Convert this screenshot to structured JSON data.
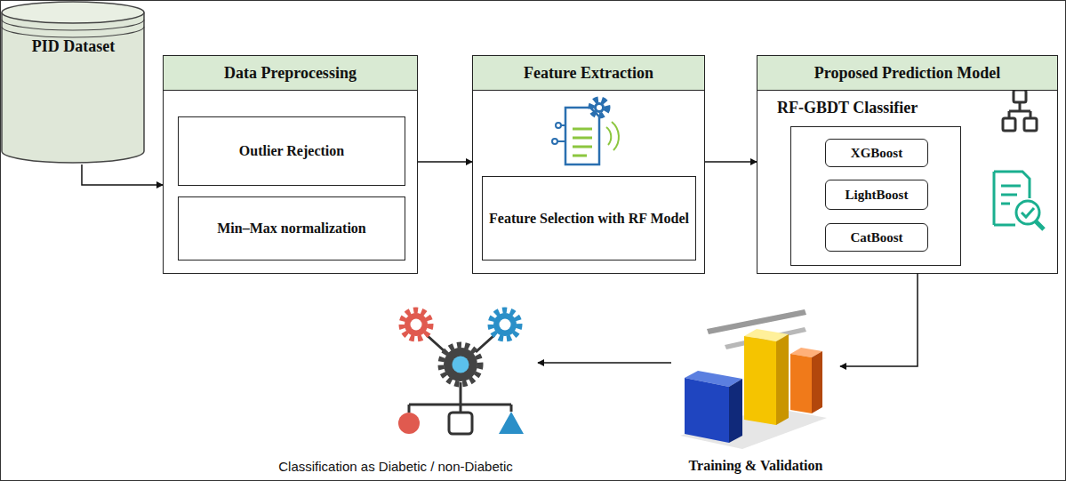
{
  "diagram": {
    "nodes": [
      {
        "text": [
          "PID Dataset"
        ]
      },
      {
        "text": [
          "Data Preprocessing"
        ]
      },
      {
        "text": [
          "Outlier Rejection"
        ],
        "in": 1
      },
      {
        "text": [
          "Min–Max normalization"
        ],
        "in": 1
      },
      {
        "text": [
          "Feature Extraction"
        ]
      },
      {
        "text": [
          "Feature Selection with RF Model"
        ],
        "in": 4
      },
      {
        "text": [
          "Proposed Prediction Model"
        ]
      },
      {
        "text": [
          "RF-GBDT Classifier"
        ],
        "in": 6
      },
      {
        "text": [
          "XGBoost"
        ],
        "in": 7
      },
      {
        "text": [
          "LightBoost"
        ],
        "in": 7
      },
      {
        "text": [
          "CatBoost"
        ],
        "in": 7
      },
      {
        "text": [
          "Training & Validation"
        ]
      },
      {
        "text": [
          "Classification as Diabetic / non-Diabetic"
        ]
      }
    ],
    "edges": [
      {
        "from": 0,
        "to": 1,
        "arrow": "to"
      },
      {
        "from": 2,
        "to": 3,
        "arrow": "to"
      },
      {
        "from": 1,
        "to": 4,
        "arrow": "to"
      },
      {
        "from": 4,
        "to": 6,
        "arrow": "to"
      },
      {
        "from": 6,
        "to": 11,
        "arrow": "to"
      },
      {
        "from": 11,
        "to": 12,
        "arrow": "to"
      }
    ]
  }
}
